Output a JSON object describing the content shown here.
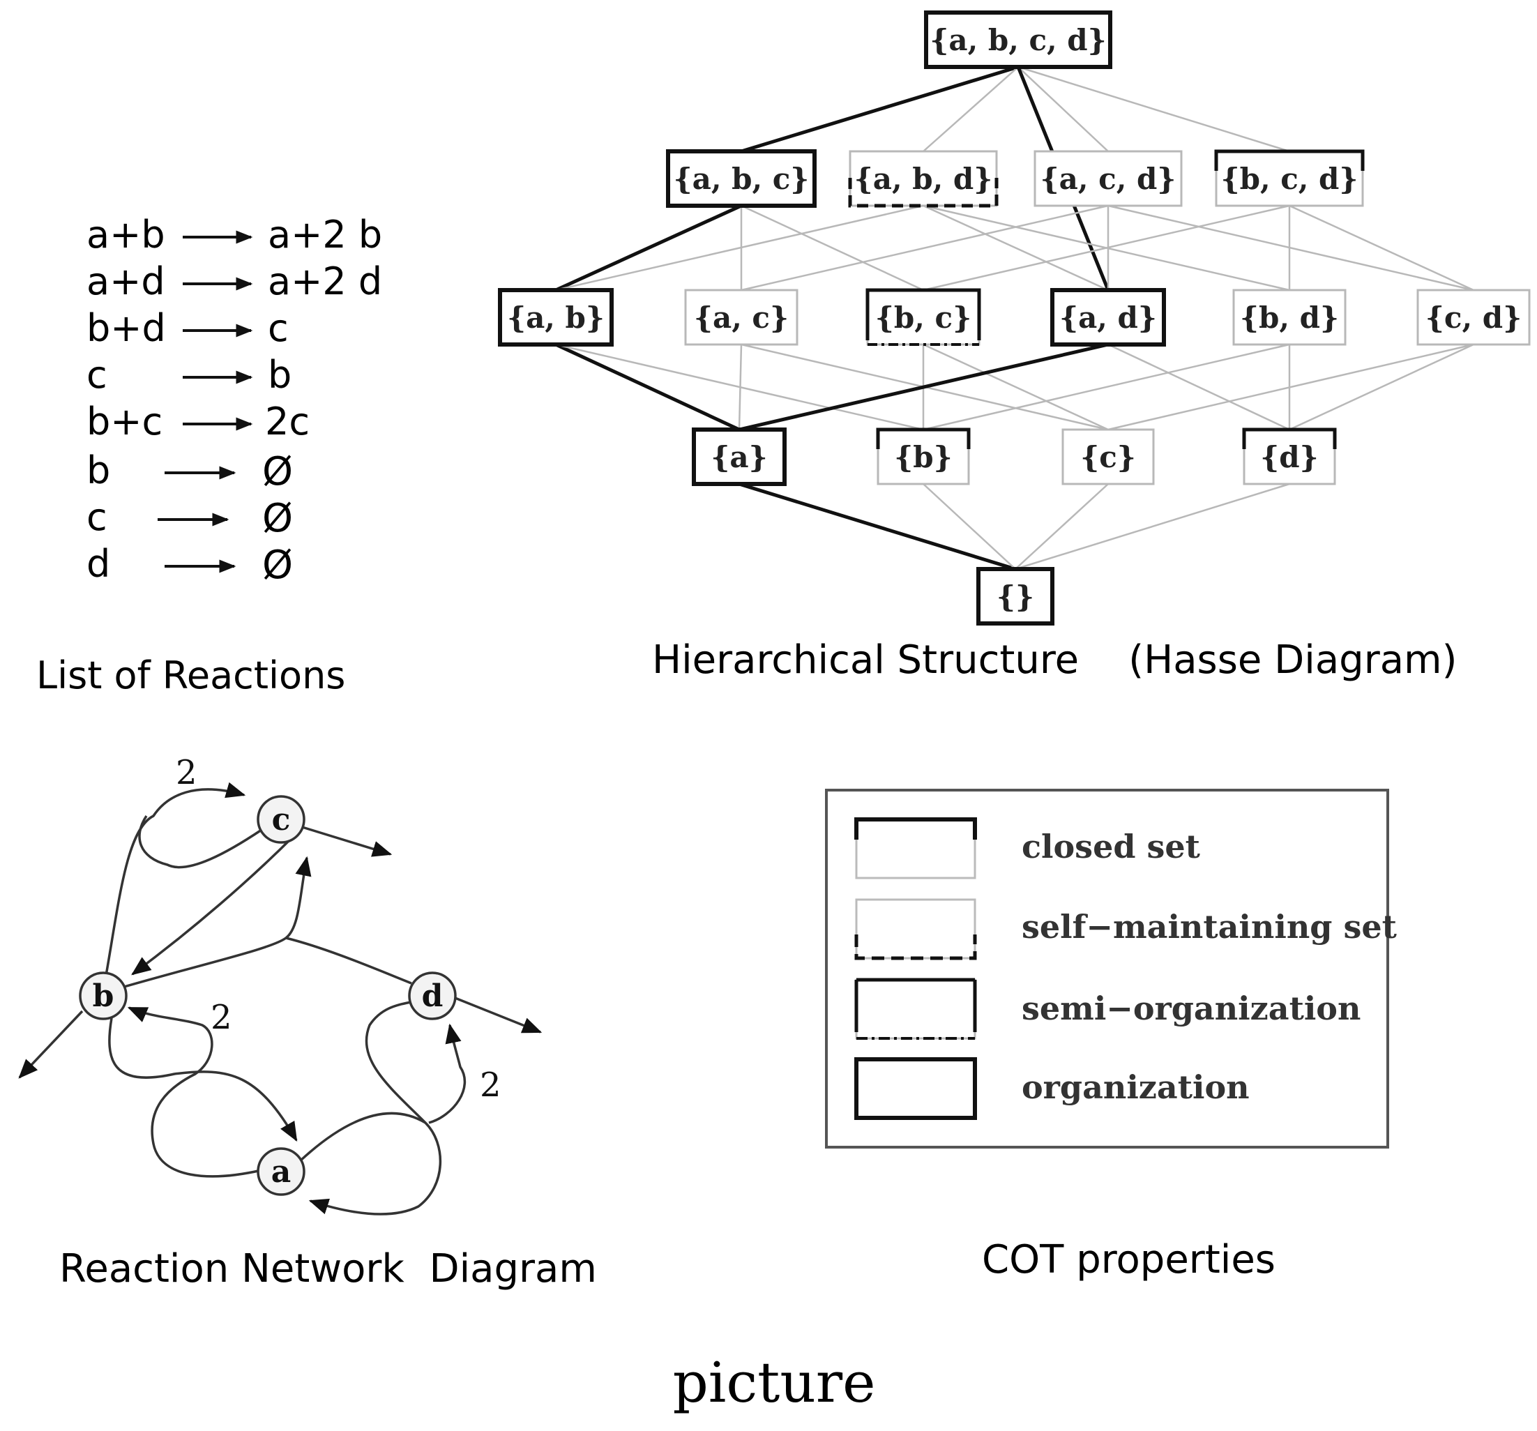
{
  "reactions_panel": {
    "title": "List of Reactions",
    "reactions": [
      {
        "lhs": "a+b",
        "rhs": "a+2 b"
      },
      {
        "lhs": "a+d",
        "rhs": "a+2 d"
      },
      {
        "lhs": "b+d",
        "rhs": "c"
      },
      {
        "lhs": "c",
        "rhs": "b"
      },
      {
        "lhs": "b+c",
        "rhs": "2c"
      },
      {
        "lhs": "b",
        "rhs": "Ø"
      },
      {
        "lhs": "c",
        "rhs": "Ø"
      },
      {
        "lhs": "d",
        "rhs": "Ø"
      }
    ]
  },
  "hasse_panel": {
    "title": "Hierarchical Structure    (Hasse Diagram)",
    "nodes": [
      {
        "id": "abcd",
        "label": "{a, b, c, d}",
        "type": "organization"
      },
      {
        "id": "abc",
        "label": "{a, b, c}",
        "type": "organization"
      },
      {
        "id": "abd",
        "label": "{a, b, d}",
        "type": "self-maintaining"
      },
      {
        "id": "acd",
        "label": "{a, c, d}",
        "type": "none"
      },
      {
        "id": "bcd",
        "label": "{b, c, d}",
        "type": "closed"
      },
      {
        "id": "ab",
        "label": "{a, b}",
        "type": "organization"
      },
      {
        "id": "ac",
        "label": "{a, c}",
        "type": "none"
      },
      {
        "id": "bc",
        "label": "{b, c}",
        "type": "semi-organization"
      },
      {
        "id": "ad",
        "label": "{a, d}",
        "type": "organization"
      },
      {
        "id": "bd",
        "label": "{b, d}",
        "type": "none"
      },
      {
        "id": "cd",
        "label": "{c, d}",
        "type": "none"
      },
      {
        "id": "a",
        "label": "{a}",
        "type": "organization"
      },
      {
        "id": "b",
        "label": "{b}",
        "type": "closed"
      },
      {
        "id": "c",
        "label": "{c}",
        "type": "none"
      },
      {
        "id": "d",
        "label": "{d}",
        "type": "closed"
      },
      {
        "id": "empty",
        "label": "{}",
        "type": "organization"
      }
    ],
    "edges": [
      {
        "from": "abcd",
        "to": "abc",
        "bold": true
      },
      {
        "from": "abcd",
        "to": "abd",
        "bold": false
      },
      {
        "from": "abcd",
        "to": "acd",
        "bold": false
      },
      {
        "from": "abcd",
        "to": "bcd",
        "bold": false
      },
      {
        "from": "abcd",
        "to": "ad",
        "bold": true
      },
      {
        "from": "abc",
        "to": "ab",
        "bold": true
      },
      {
        "from": "abc",
        "to": "ac",
        "bold": false
      },
      {
        "from": "abc",
        "to": "bc",
        "bold": false
      },
      {
        "from": "abd",
        "to": "ab",
        "bold": false
      },
      {
        "from": "abd",
        "to": "ad",
        "bold": false
      },
      {
        "from": "abd",
        "to": "bd",
        "bold": false
      },
      {
        "from": "acd",
        "to": "ac",
        "bold": false
      },
      {
        "from": "acd",
        "to": "ad",
        "bold": false
      },
      {
        "from": "acd",
        "to": "cd",
        "bold": false
      },
      {
        "from": "bcd",
        "to": "bc",
        "bold": false
      },
      {
        "from": "bcd",
        "to": "bd",
        "bold": false
      },
      {
        "from": "bcd",
        "to": "cd",
        "bold": false
      },
      {
        "from": "ab",
        "to": "a",
        "bold": true
      },
      {
        "from": "ab",
        "to": "b",
        "bold": false
      },
      {
        "from": "ac",
        "to": "a",
        "bold": false
      },
      {
        "from": "ac",
        "to": "c",
        "bold": false
      },
      {
        "from": "bc",
        "to": "b",
        "bold": false
      },
      {
        "from": "bc",
        "to": "c",
        "bold": false
      },
      {
        "from": "ad",
        "to": "a",
        "bold": true
      },
      {
        "from": "ad",
        "to": "d",
        "bold": false
      },
      {
        "from": "bd",
        "to": "b",
        "bold": false
      },
      {
        "from": "bd",
        "to": "d",
        "bold": false
      },
      {
        "from": "cd",
        "to": "c",
        "bold": false
      },
      {
        "from": "cd",
        "to": "d",
        "bold": false
      },
      {
        "from": "a",
        "to": "empty",
        "bold": true
      },
      {
        "from": "b",
        "to": "empty",
        "bold": false
      },
      {
        "from": "c",
        "to": "empty",
        "bold": false
      },
      {
        "from": "d",
        "to": "empty",
        "bold": false
      }
    ]
  },
  "network_panel": {
    "title": "Reaction Network  Diagram",
    "nodes": [
      {
        "id": "a",
        "label": "a"
      },
      {
        "id": "b",
        "label": "b"
      },
      {
        "id": "c",
        "label": "c"
      },
      {
        "id": "d",
        "label": "d"
      }
    ],
    "stoichiometry_labels": [
      "2",
      "2",
      "2"
    ]
  },
  "legend_panel": {
    "title": "COT properties",
    "entries": [
      {
        "type": "closed",
        "label": "closed set"
      },
      {
        "type": "self-maintaining",
        "label": "self−maintaining set"
      },
      {
        "type": "semi-organization",
        "label": "semi−organization"
      },
      {
        "type": "organization",
        "label": "organization"
      }
    ]
  },
  "caption": "picture",
  "colors": {
    "black": "#111111",
    "grey": "#b8b8b8"
  }
}
